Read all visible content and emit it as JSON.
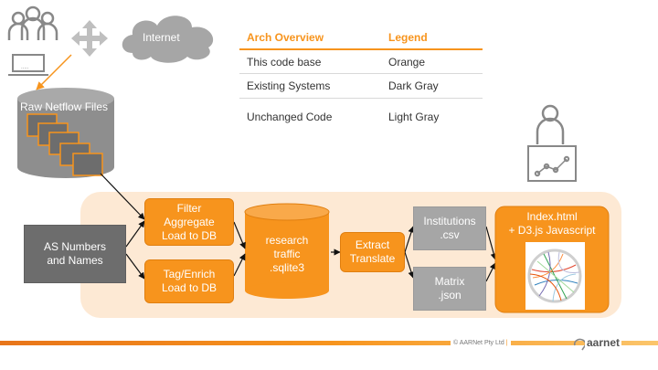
{
  "top": {
    "cloud_label": "Internet"
  },
  "legend": {
    "header": {
      "col1": "Arch Overview",
      "col2": "Legend"
    },
    "rows": [
      {
        "col1": "This code base",
        "col2": "Orange"
      },
      {
        "col1": "Existing Systems",
        "col2": "Dark Gray"
      },
      {
        "col1": "Unchanged Code",
        "col2": "Light Gray"
      }
    ]
  },
  "nodes": {
    "raw_netflow": "Raw Netflow Files",
    "as_numbers": "AS Numbers\nand Names",
    "filter": "Filter\nAggregate\nLoad to DB",
    "tag": "Tag/Enrich\nLoad to DB",
    "db": "research\ntraffic\n.sqlite3",
    "extract": "Extract\nTranslate",
    "institutions": "Institutions\n.csv",
    "matrix": "Matrix\n.json",
    "index": "Index.html\n+ D3.js Javascript"
  },
  "footer": {
    "copyright": "© AARNet Pty Ltd",
    "separator": "|",
    "brand": "aarnet"
  },
  "colors": {
    "orange": "#f7941d",
    "dark_gray": "#6d6d6d",
    "light_gray": "#a6a6a6",
    "band": "#fde9d4"
  }
}
